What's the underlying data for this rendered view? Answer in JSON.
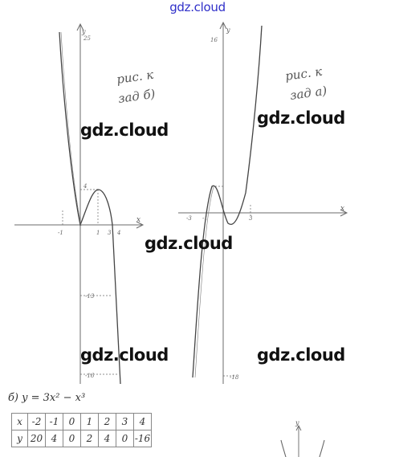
{
  "header": {
    "site_link": "gdz.cloud"
  },
  "watermarks": [
    "gdz.cloud",
    "gdz.cloud",
    "gdz.cloud",
    "gdz.cloud",
    "gdz.cloud"
  ],
  "left_graph": {
    "caption_line1": "рис. к",
    "caption_line2": "зад б)",
    "y_label": "y",
    "x_label": "x",
    "ticks": {
      "y_top": "25",
      "y_bottom": "-16",
      "y_mid": "-13",
      "y_small": "4",
      "x_neg": "-1",
      "x_a": "1",
      "x_b": "3",
      "x_c": "4"
    }
  },
  "right_graph": {
    "caption_line1": "рис. к",
    "caption_line2": "зад а)",
    "y_label": "y",
    "x_label": "x",
    "ticks": {
      "y_top": "16",
      "y_bottom": "-18",
      "x_neg3": "-3",
      "x_neg1": "-1",
      "x_pos3": "3"
    }
  },
  "task_b": {
    "formula": "б) y = 3x² − x³",
    "table": {
      "row_x_label": "x",
      "x_values": [
        "-2",
        "-1",
        "0",
        "1",
        "2",
        "3",
        "4"
      ],
      "row_y_label": "y",
      "y_values": [
        "20",
        "4",
        "0",
        "2",
        "4",
        "0",
        "-16"
      ]
    }
  },
  "bottom_sketch": {
    "y_label": "y"
  },
  "colors": {
    "pencil": "#555555",
    "link": "#2f2fc9",
    "watermark": "#111111"
  }
}
